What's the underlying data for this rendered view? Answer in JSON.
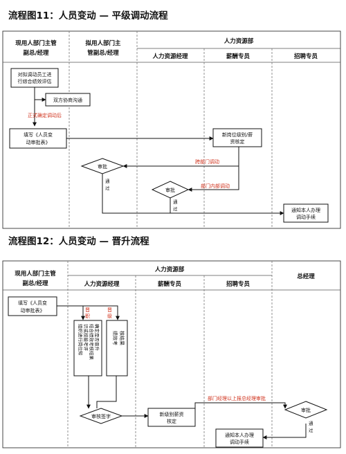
{
  "flow11": {
    "title": "流程图11：人员变动 — 平级调动流程",
    "lanes": {
      "col1": [
        "现用人部门主管",
        "副总/经理"
      ],
      "col2": [
        "拟用人部门主",
        "管副总/经理"
      ],
      "hr_group": "人力资源部",
      "hr_manager": "人力资源经理",
      "salary": "薪酬专员",
      "recruit": "招聘专员"
    },
    "nodes": {
      "evaluate": [
        "对拟调动员工进",
        "行综合绩效评估"
      ],
      "negotiate": "双方协商沟通",
      "formal_confirm": "正式确定调动后",
      "fill_form": [
        "填写《人员变",
        "动审批表》"
      ],
      "new_position": [
        "新岗位级别/薪",
        "资核定"
      ],
      "cross_dept": "跨部门调动",
      "approve1": "审批",
      "pass1": "通过",
      "internal_dept": "部门内部调动",
      "approve2": "审批",
      "pass2": "通过",
      "notify": [
        "通知本人办理",
        "调动手续"
      ]
    }
  },
  "flow12": {
    "title": "流程图12：人员变动 — 晋升流程",
    "lanes": {
      "col1": [
        "现用人部门主管",
        "副总/经理"
      ],
      "hr_group": "人力资源部",
      "hr_manager": "人力资源经理",
      "salary": "薪酬专员",
      "recruit": "招聘专员",
      "gm": "总经理"
    },
    "nodes": {
      "fill_form": [
        "填写《人员变",
        "动审批表》"
      ],
      "promotion_label": "晋职",
      "grade_label": "晋级",
      "assess_long": [
        "组织进行岗位知",
        "识或技能考评",
        "结合绩效考核结果",
        "确定是否晋升"
      ],
      "assess_short": [
        "绩效考",
        "核结果"
      ],
      "review_sign": "审核签字",
      "new_salary": [
        "新级别薪资",
        "核定"
      ],
      "gm_approval": "部门经理以上报总经理审批",
      "approve": "审批",
      "pass": "通过",
      "notify": [
        "通知本人办理",
        "调动手续"
      ]
    }
  }
}
